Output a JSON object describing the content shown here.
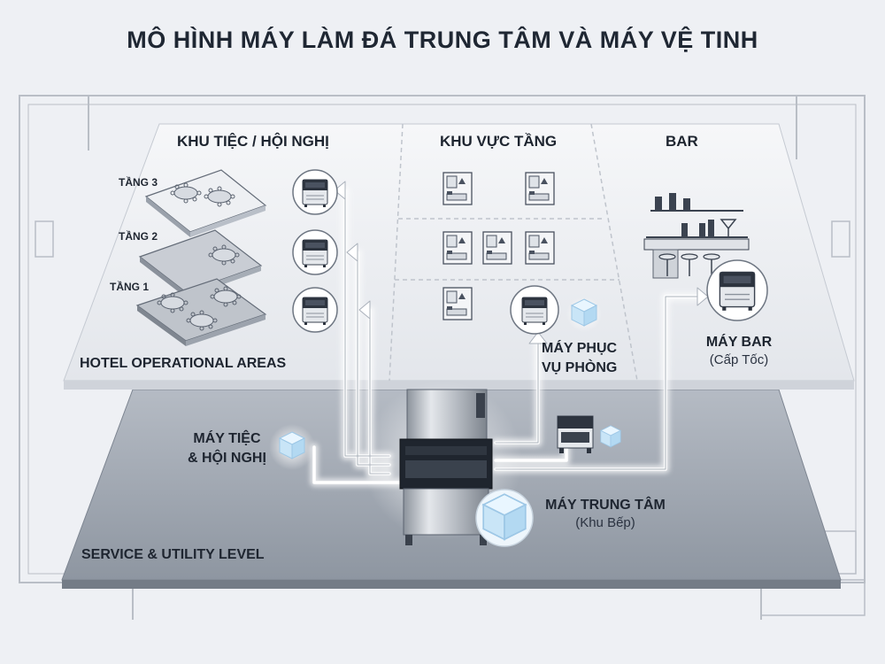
{
  "title": "MÔ HÌNH MÁY LÀM ĐÁ TRUNG TÂM VÀ MÁY VỆ TINH",
  "sections": {
    "banquet": "KHU TIỆC / HỘI NGHỊ",
    "floor_area": "KHU VỰC TẦNG",
    "bar": "BAR"
  },
  "floors": [
    "TẦNG 3",
    "TẦNG 2",
    "TẦNG 1"
  ],
  "levels": {
    "upper": "HOTEL OPERATIONAL AREAS",
    "lower": "SERVICE & UTILITY LEVEL"
  },
  "machines": {
    "room_service": {
      "line1": "MÁY PHỤC",
      "line2": "VỤ PHÒNG"
    },
    "bar": {
      "name": "MÁY BAR",
      "note": "(Cấp Tốc)"
    },
    "banquet": {
      "line1": "MÁY TIỆC",
      "line2": "& HỘI NGHỊ"
    },
    "central": {
      "name": "MÁY TRUNG TÂM",
      "note": "(Khu Bếp)"
    }
  },
  "icons": [
    "ice-machine-icon",
    "ice-cube-icon",
    "hotel-room-icon",
    "banquet-table-icon",
    "bar-counter-icon"
  ],
  "colors": {
    "background": "#eef0f4",
    "upper_platform": "#f2f4f7",
    "lower_platform": "#9ca3ad",
    "pipe_glow": "#ffffff",
    "text": "#1d2430"
  }
}
